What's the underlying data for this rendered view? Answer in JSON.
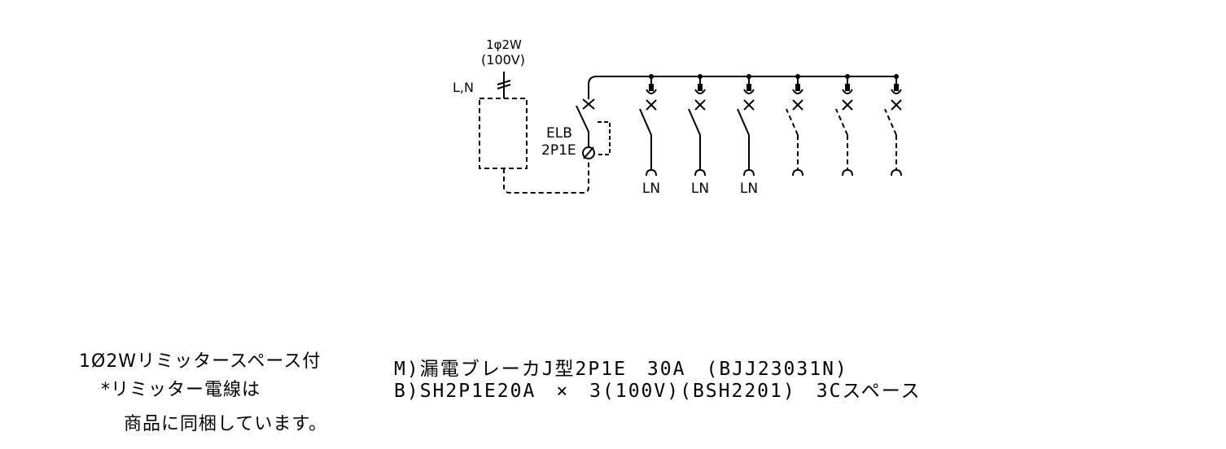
{
  "supply": {
    "phase": "1φ2W",
    "voltage": "(100V)",
    "conductors": "L,N"
  },
  "main_breaker": {
    "name": "ELB",
    "poles": "2P1E"
  },
  "branches": [
    {
      "label": "LN",
      "type": "breaker"
    },
    {
      "label": "LN",
      "type": "breaker"
    },
    {
      "label": "LN",
      "type": "breaker"
    },
    {
      "label": "",
      "type": "space"
    },
    {
      "label": "",
      "type": "space"
    },
    {
      "label": "",
      "type": "space"
    }
  ],
  "notes": {
    "line1": "1Ø2Wリミッタースペース付",
    "line2": "*リミッター電線は",
    "line3": "商品に同梱しています。"
  },
  "specs": {
    "main": "M)漏電ブレーカJ型2P1E　30A　(BJJ23031N)",
    "branch": "B)SH2P1E20A　×　3(100V)(BSH2201)　3Cスペース"
  },
  "colors": {
    "line": "#000000",
    "background": "#ffffff"
  }
}
